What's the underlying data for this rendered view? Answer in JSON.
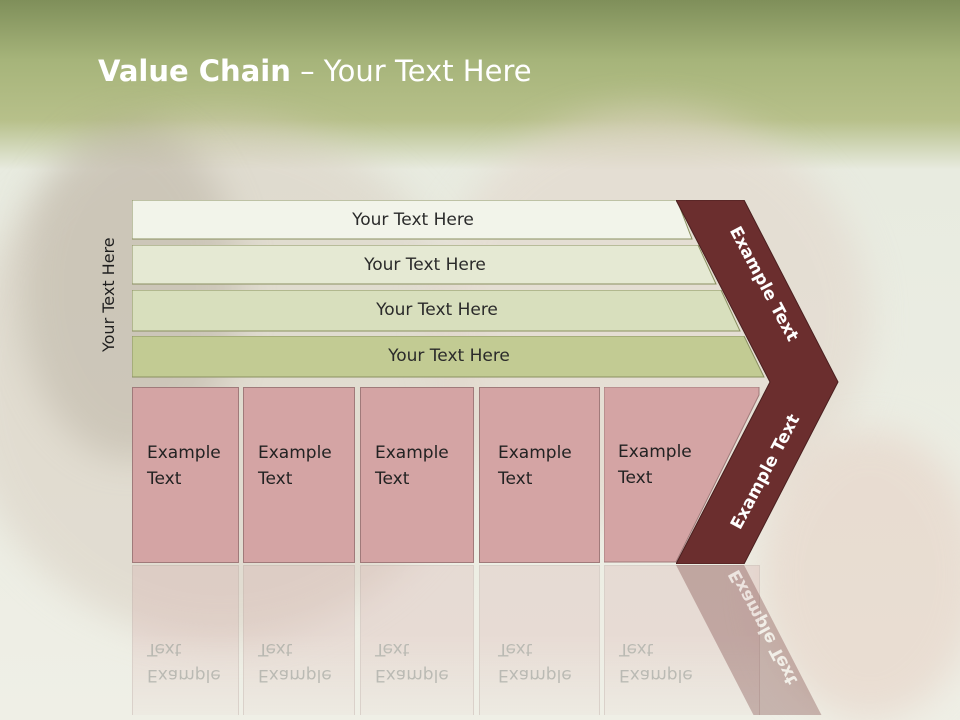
{
  "title": {
    "bold": "Value Chain",
    "rest": " – Your Text Here"
  },
  "side_label": "Your Text Here",
  "rows": [
    {
      "label": "Your Text Here",
      "color": "#f2f4ea"
    },
    {
      "label": "Your Text Here",
      "color": "#e5e9d3"
    },
    {
      "label": "Your Text Here",
      "color": "#d8dfbd"
    },
    {
      "label": "Your Text Here",
      "color": "#c2cb93"
    }
  ],
  "cards": [
    {
      "line1": "Example",
      "line2": "Text"
    },
    {
      "line1": "Example",
      "line2": "Text"
    },
    {
      "line1": "Example",
      "line2": "Text"
    },
    {
      "line1": "Example",
      "line2": "Text"
    },
    {
      "line1": "Example",
      "line2": "Text"
    }
  ],
  "chevron": {
    "upper_text": "Example Text",
    "lower_text": "Example Text",
    "color": "#6b2e2e"
  },
  "colors": {
    "card": "#d4a4a4",
    "header": "#a6b47a"
  }
}
